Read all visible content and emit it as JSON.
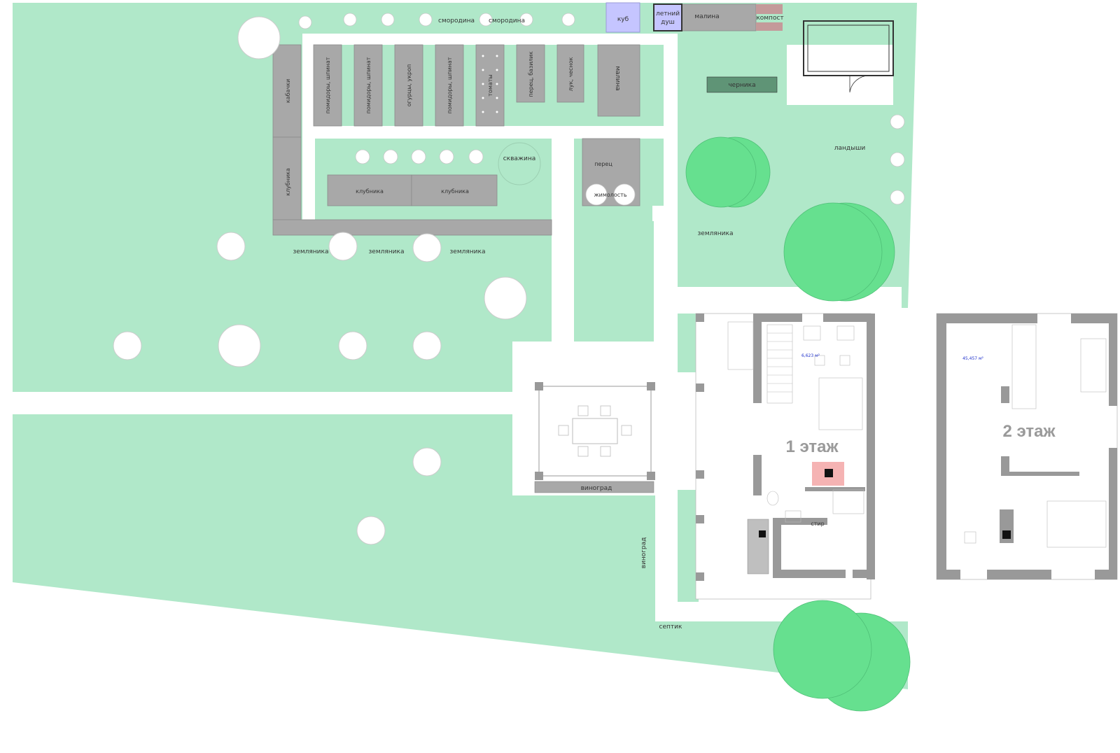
{
  "colors": {
    "lawn": "#b0e8c9",
    "bed": "#a8a8a8",
    "wall": "#999999",
    "tree": "#66e08f",
    "stone": "#b9b9b9",
    "shed": "#c5c5ff",
    "compost": "#c49a9a",
    "blueberry": "#5f9476",
    "heater": "#f5b3b3"
  },
  "labels": {
    "currant_1": "смородина",
    "currant_2": "смородина",
    "kub": "куб",
    "shower_line1": "летний",
    "shower_line2": "душ",
    "raspberry_top": "малина",
    "compost": "компост",
    "zucchini": "кабачки",
    "strawberry_left": "клубника",
    "tomatoes_1": "помидоры, шпинат",
    "tomatoes_2": "помидоры, шпинат",
    "herbs": "огурцы, укроп",
    "tomatoes_3": "помидоры, шпинат",
    "tomatoes_4": "томаты",
    "pepper_basil": "перец, базилик",
    "onion_garlic": "лук, чеснок",
    "raspberry_bed": "малина",
    "blueberry": "черника",
    "well": "скважина",
    "strawberry_1": "клубника",
    "strawberry_2": "клубника",
    "pepper": "перец",
    "honeysuckle": "жимолость",
    "lily_of_valley": "ландыши",
    "wild_strawberry_right": "земляника",
    "wild_strawberry_1": "земляника",
    "wild_strawberry_2": "земляника",
    "wild_strawberry_3": "земляника",
    "grapes_terrace": "виноград",
    "grapes_side": "виноград",
    "septic": "септик",
    "floor1": "1 этаж",
    "floor2": "2 этаж",
    "area1": "6,623 м²",
    "area2": "45,457 м²",
    "laundry": "стир"
  }
}
